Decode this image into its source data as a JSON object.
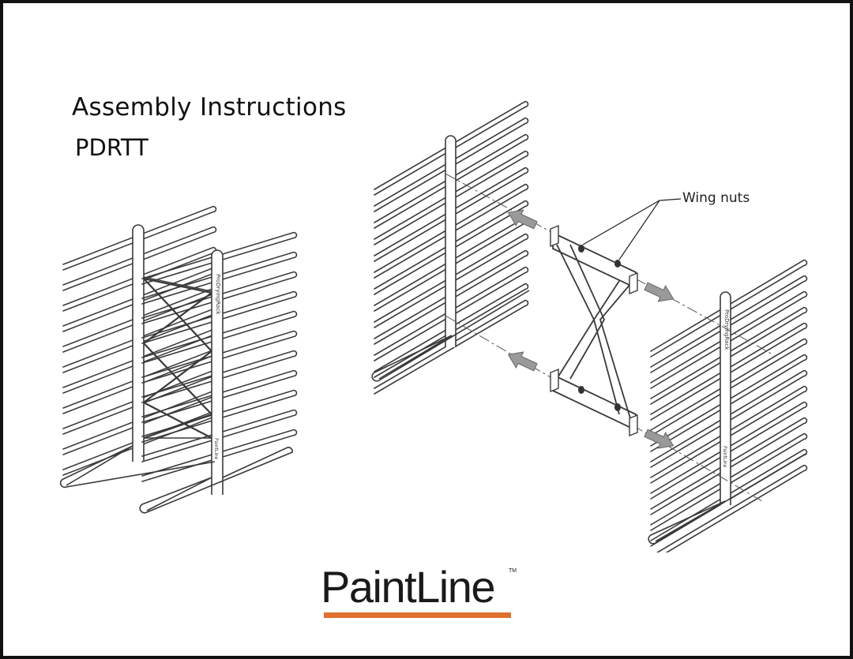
{
  "document": {
    "title": "Assembly Instructions",
    "model": "PDRTT",
    "callout_label": "Wing nuts",
    "rack_side_text": "ProDryingRack",
    "rack_base_text": "PaintLine"
  },
  "logo": {
    "text": "PaintLine",
    "trademark": "TM",
    "accent_color": "#e0702e"
  },
  "colors": {
    "line": "#3a3a3a",
    "arrow_fill": "#9a9a9a",
    "arrow_stroke": "#666666"
  }
}
